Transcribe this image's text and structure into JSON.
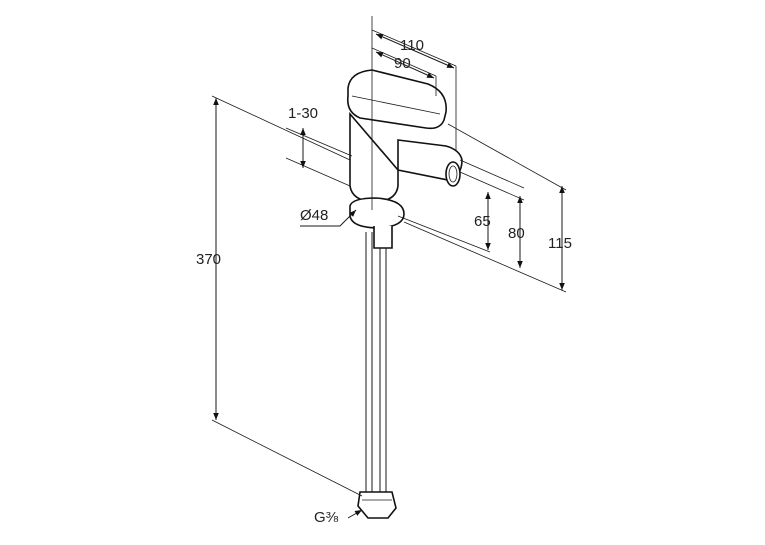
{
  "dimensions": {
    "width_110": "110",
    "width_90": "90",
    "range_1_30": "1-30",
    "diameter_48": "Ø48",
    "height_370": "370",
    "height_65": "65",
    "height_80": "80",
    "height_115": "115",
    "thread_g38": "G⅜"
  }
}
